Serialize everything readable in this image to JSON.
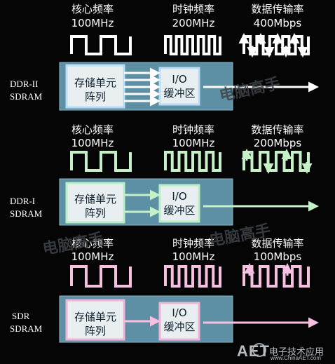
{
  "sections": [
    {
      "name_line1": "DDR-II",
      "name_line2": "SDRAM",
      "core_title": "核心频率",
      "core_value": "100MHz",
      "clock_title": "时钟频率",
      "clock_value": "200MHz",
      "rate_title": "数据传输率",
      "rate_value": "400Mbps",
      "cell_line1": "存储单元",
      "cell_line2": "阵列",
      "io_line1": "I/O",
      "io_line2": "缓冲区",
      "watermark": "电脑高手"
    },
    {
      "name_line1": "DDR-I",
      "name_line2": "SDRAM",
      "core_title": "核心频率",
      "core_value": "100MHz",
      "clock_title": "时钟频率",
      "clock_value": "100MHz",
      "rate_title": "数据传输率",
      "rate_value": "200Mbps",
      "cell_line1": "存储单元",
      "cell_line2": "阵列",
      "io_line1": "I/O",
      "io_line2": "缓冲区"
    },
    {
      "name_line1": "SDR",
      "name_line2": "SDRAM",
      "core_title": "核心频率",
      "core_value": "100MHz",
      "clock_title": "时钟频率",
      "clock_value": "100MHz",
      "rate_title": "数据传输率",
      "rate_value": "100Mbps",
      "cell_line1": "存储单元",
      "cell_line2": "阵列",
      "io_line1": "I/O",
      "io_line2": "缓冲区"
    }
  ],
  "watermarks": [
    "电脑高手",
    "电脑高手"
  ],
  "logo": {
    "mark": "AET",
    "cn": "电子技术应用",
    "url": "www.ChinaAET.com"
  },
  "colors": {
    "background": "#050505",
    "panel": "#5d90a5",
    "cell_border": [
      "#b9dcf5",
      "#b8efc4",
      "#f2b3d8"
    ],
    "waves": [
      "#ffffff",
      "#c5f0c8",
      "#f7c0e0"
    ],
    "text": "#ffffff"
  }
}
